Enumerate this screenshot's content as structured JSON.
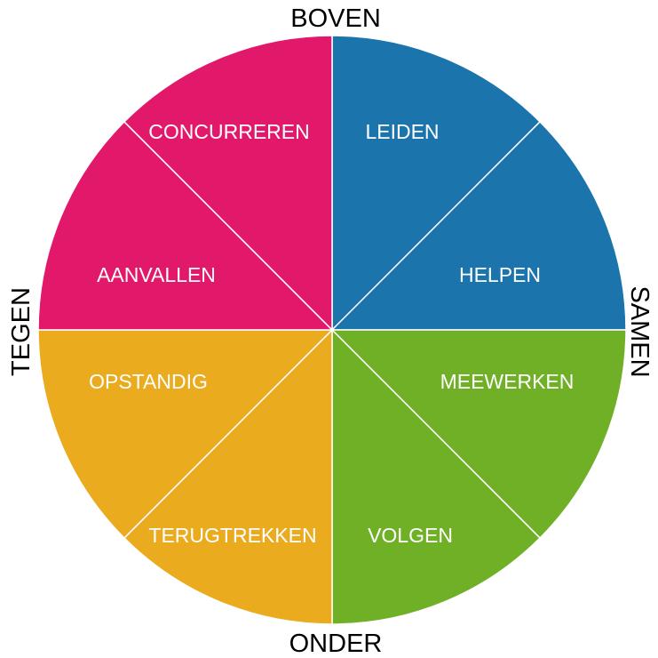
{
  "axes": {
    "top": "BOVEN",
    "bottom": "ONDER",
    "left": "TEGEN",
    "right": "SAMEN"
  },
  "segments": [
    {
      "label": "LEIDEN",
      "color": "#1b74ac"
    },
    {
      "label": "HELPEN",
      "color": "#1b74ac"
    },
    {
      "label": "MEEWERKEN",
      "color": "#70b027"
    },
    {
      "label": "VOLGEN",
      "color": "#70b027"
    },
    {
      "label": "TERUGTREKKEN",
      "color": "#eaab1f"
    },
    {
      "label": "OPSTANDIG",
      "color": "#eaab1f"
    },
    {
      "label": "AANVALLEN",
      "color": "#e2196a"
    },
    {
      "label": "CONCURREREN",
      "color": "#e2196a"
    }
  ],
  "divider_color": "#ffffff"
}
